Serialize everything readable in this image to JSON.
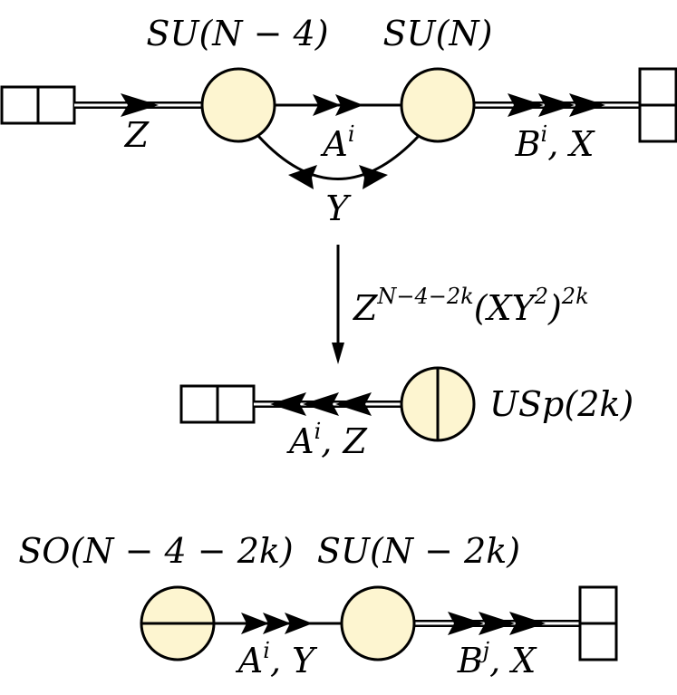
{
  "top_quiver": {
    "node_left_label": "SU(N − 4)",
    "node_right_label": "SU(N)",
    "edge_z_label": "Z",
    "edge_a_label": "A",
    "edge_a_sup": "i",
    "edge_b_label": "B",
    "edge_b_sup": "i",
    "edge_b_suffix": ", X",
    "edge_y_label": "Y"
  },
  "deformation": {
    "operator_base": "Z",
    "operator_exp": "N−4−2k",
    "operator_mid": "(XY",
    "operator_mid_exp": "2",
    "operator_close": ")",
    "operator_close_exp": "2k"
  },
  "middle_quiver": {
    "node_label": "USp(2k)",
    "edge_label": "A",
    "edge_sup": "i",
    "edge_suffix": ", Z"
  },
  "bottom_quiver": {
    "node_left_label": "SO(N − 4 − 2k)",
    "node_right_label": "SU(N − 2k)",
    "edge_a_label": "A",
    "edge_a_sup": "i",
    "edge_a_suffix": ", Y",
    "edge_b_label": "B",
    "edge_b_sup": "j",
    "edge_b_suffix": ", X"
  }
}
